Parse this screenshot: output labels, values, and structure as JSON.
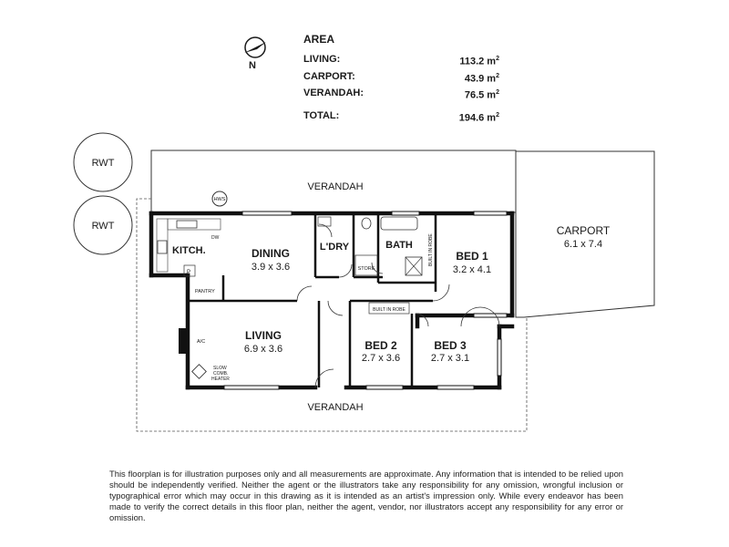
{
  "area": {
    "title": "AREA",
    "rows": [
      {
        "label": "LIVING:",
        "value": "113.2 m",
        "unit_sup": "2"
      },
      {
        "label": "CARPORT:",
        "value": "43.9 m",
        "unit_sup": "2"
      },
      {
        "label": "VERANDAH:",
        "value": "76.5 m",
        "unit_sup": "2"
      }
    ],
    "total": {
      "label": "TOTAL:",
      "value": "194.6 m",
      "unit_sup": "2"
    }
  },
  "compass": {
    "label": "N"
  },
  "rooms": {
    "verandah_top": "VERANDAH",
    "verandah_bottom": "VERANDAH",
    "carport_name": "CARPORT",
    "carport_size": "6.1 x 7.4",
    "kitchen": "KITCH.",
    "dining_name": "DINING",
    "dining_size": "3.9 x 3.6",
    "laundry": "L'DRY",
    "bath": "BATH",
    "bed1_name": "BED 1",
    "bed1_size": "3.2 x 4.1",
    "living_name": "LIVING",
    "living_size": "6.9 x 3.6",
    "bed2_name": "BED 2",
    "bed2_size": "2.7 x 3.6",
    "bed3_name": "BED 3",
    "bed3_size": "2.7 x 3.1",
    "rwt_1": "RWT",
    "rwt_2": "RWT"
  },
  "fixtures": {
    "hws": "HWS",
    "dw": "DW",
    "pantry": "PANTRY",
    "p": "P",
    "store": "STORE",
    "built_in_robe_1": "BUILT IN ROBE",
    "built_in_robe_2": "BUILT IN ROBE",
    "ac": "A/C",
    "heater_line1": "SLOW",
    "heater_line2": "COMB.",
    "heater_line3": "HEATER"
  },
  "disclaimer": "This floorplan is for illustration purposes only and all measurements are approximate. Any information that is intended to be relied upon should be independently verified. Neither the agent or the illustrators take any responsibility for any omission, wrongful inclusion or typographical error which may occur in this drawing as it is intended as an artist's impression only. While every endeavor has been made to verify the correct details in this floor plan, neither the agent, vendor, nor illustrators accept any responsibility for any error or omission."
}
